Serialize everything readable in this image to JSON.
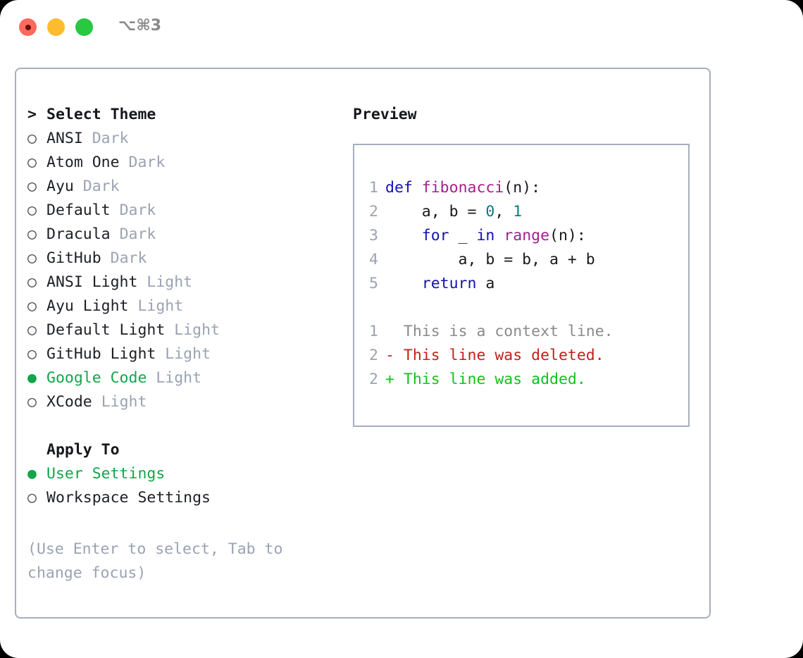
{
  "window": {
    "title": "⌥⌘3",
    "traffic_lights": [
      {
        "name": "close",
        "color": "#fc6a5d"
      },
      {
        "name": "minimize",
        "color": "#fdbc2f"
      },
      {
        "name": "maximize",
        "color": "#28c840"
      }
    ]
  },
  "colors": {
    "panel_border": "#a6afbe",
    "accent_green": "#13a54a",
    "muted": "#9aa3b2",
    "text": "#16181d",
    "keyword": "#1411b0",
    "function": "#a2208c",
    "number": "#0d7a7f",
    "diff_context": "#8a8a8a",
    "diff_deleted": "#c5201a",
    "diff_added": "#11c21d"
  },
  "theme_picker": {
    "heading_marker": ">",
    "heading": "Select Theme",
    "selected_marker": "●",
    "unselected_marker": "○",
    "items": [
      {
        "marker": "○",
        "name": "ANSI",
        "variant": "Dark",
        "selected": false
      },
      {
        "marker": "○",
        "name": "Atom One",
        "variant": "Dark",
        "selected": false
      },
      {
        "marker": "○",
        "name": "Ayu",
        "variant": "Dark",
        "selected": false
      },
      {
        "marker": "○",
        "name": "Default",
        "variant": "Dark",
        "selected": false
      },
      {
        "marker": "○",
        "name": "Dracula",
        "variant": "Dark",
        "selected": false
      },
      {
        "marker": "○",
        "name": "GitHub",
        "variant": "Dark",
        "selected": false
      },
      {
        "marker": "○",
        "name": "ANSI Light",
        "variant": "Light",
        "selected": false
      },
      {
        "marker": "○",
        "name": "Ayu Light",
        "variant": "Light",
        "selected": false
      },
      {
        "marker": "○",
        "name": "Default Light",
        "variant": "Light",
        "selected": false
      },
      {
        "marker": "○",
        "name": "GitHub Light",
        "variant": "Light",
        "selected": false
      },
      {
        "marker": "●",
        "name": "Google Code",
        "variant": "Light",
        "selected": true
      },
      {
        "marker": "○",
        "name": "XCode",
        "variant": "Light",
        "selected": false
      }
    ]
  },
  "apply_to": {
    "heading": "Apply To",
    "options": [
      {
        "marker": "●",
        "label": "User Settings",
        "selected": true
      },
      {
        "marker": "○",
        "label": "Workspace Settings",
        "selected": false
      }
    ]
  },
  "hint": {
    "line1": "(Use Enter to select, Tab to",
    "line2": "change focus)"
  },
  "preview": {
    "title": "Preview",
    "code_lines": [
      {
        "no": "1",
        "tokens": [
          {
            "t": "def",
            "k": "kw"
          },
          {
            "t": " ",
            "k": "txt"
          },
          {
            "t": "fibonacci",
            "k": "fn"
          },
          {
            "t": "(n):",
            "k": "txt"
          }
        ]
      },
      {
        "no": "2",
        "tokens": [
          {
            "t": "    a, b = ",
            "k": "txt"
          },
          {
            "t": "0",
            "k": "num"
          },
          {
            "t": ", ",
            "k": "txt"
          },
          {
            "t": "1",
            "k": "num"
          }
        ]
      },
      {
        "no": "3",
        "tokens": [
          {
            "t": "    ",
            "k": "txt"
          },
          {
            "t": "for",
            "k": "kw"
          },
          {
            "t": " _ ",
            "k": "txt"
          },
          {
            "t": "in",
            "k": "kw"
          },
          {
            "t": " ",
            "k": "txt"
          },
          {
            "t": "range",
            "k": "fn"
          },
          {
            "t": "(n):",
            "k": "txt"
          }
        ]
      },
      {
        "no": "4",
        "tokens": [
          {
            "t": "        a, b = b, a + b",
            "k": "txt"
          }
        ]
      },
      {
        "no": "5",
        "tokens": [
          {
            "t": "    ",
            "k": "txt"
          },
          {
            "t": "return",
            "k": "kw"
          },
          {
            "t": " a",
            "k": "txt"
          }
        ]
      }
    ],
    "diff_lines": [
      {
        "no": "1",
        "sign": " ",
        "text": "This is a context line.",
        "kind": "context"
      },
      {
        "no": "2",
        "sign": "-",
        "text": "This line was deleted.",
        "kind": "deleted"
      },
      {
        "no": "2",
        "sign": "+",
        "text": "This line was added.",
        "kind": "added"
      }
    ]
  }
}
